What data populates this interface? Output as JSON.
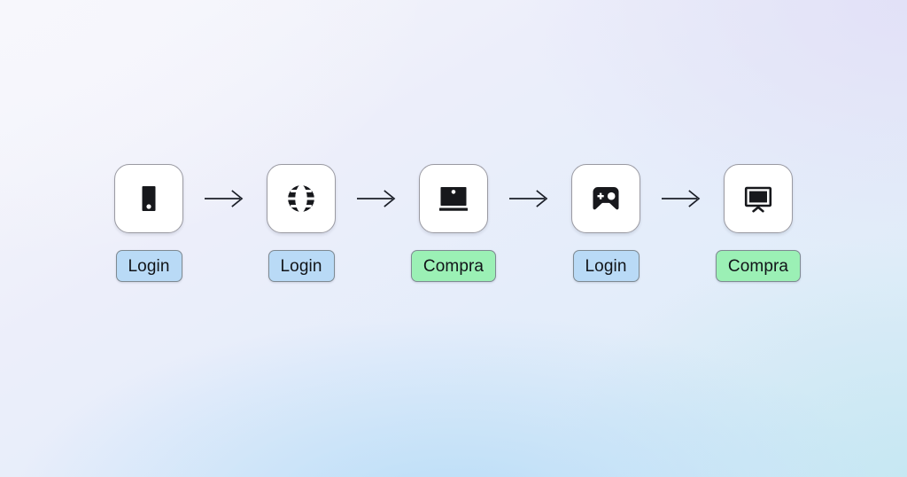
{
  "diagram": {
    "title": "device-channel-flow",
    "background_colors": {
      "top_left": "#f7f7fb",
      "top_right": "#e2e0f7",
      "bottom_left": "#e8eefb",
      "bottom_center": "#cfe4fa",
      "bottom_right": "#c4e7f2"
    },
    "chip_colors": {
      "login": "#b9daf6",
      "compra": "#9bf0b5"
    },
    "connector": {
      "icon": "arrow-right-icon",
      "count": 4,
      "color": "#1b1f28"
    },
    "steps": [
      {
        "icon": "smartphone-icon",
        "label": "Login",
        "label_type": "login"
      },
      {
        "icon": "globe-icon",
        "label": "Login",
        "label_type": "login"
      },
      {
        "icon": "laptop-icon",
        "label": "Compra",
        "label_type": "compra"
      },
      {
        "icon": "gamepad-icon",
        "label": "Login",
        "label_type": "login"
      },
      {
        "icon": "television-icon",
        "label": "Compra",
        "label_type": "compra"
      }
    ]
  }
}
